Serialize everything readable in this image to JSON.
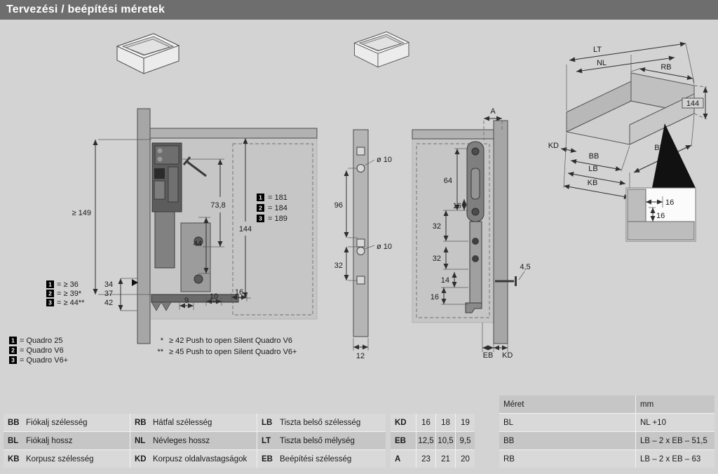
{
  "header": {
    "title": "Tervezési / beépítési méretek"
  },
  "side_view": {
    "dim_height_min": "≥ 149",
    "dim_depth": "73,8",
    "dim_system_height": "144",
    "dim_44": "44",
    "front_gap_values": [
      "34",
      "37",
      "42"
    ],
    "dim_9": "9",
    "dim_10": "10",
    "dim_16": "16",
    "variants_front": [
      {
        "num": "1",
        "value": "= ≥ 36"
      },
      {
        "num": "2",
        "value": "= ≥ 39*"
      },
      {
        "num": "3",
        "value": "= ≥ 44**"
      }
    ],
    "variants_height": [
      {
        "num": "1",
        "value": "= 181"
      },
      {
        "num": "2",
        "value": "= 184"
      },
      {
        "num": "3",
        "value": "= 189"
      }
    ]
  },
  "legend": {
    "items": [
      {
        "num": "1",
        "label": "= Quadro 25"
      },
      {
        "num": "2",
        "label": "= Quadro V6"
      },
      {
        "num": "3",
        "label": "= Quadro V6+"
      }
    ],
    "footnotes": [
      {
        "marker": "*",
        "text": "≥ 42 Push to open Silent Quadro V6"
      },
      {
        "marker": "**",
        "text": "≥ 45 Push to open Silent Quadro V6+"
      }
    ]
  },
  "drill_view": {
    "dia_top": "ø 10",
    "dia_bottom": "ø 10",
    "dim_96": "96",
    "dim_32": "32",
    "dim_12": "12"
  },
  "front_view": {
    "dim_a": "A",
    "dim_64": "64",
    "dim_16_upper": "16",
    "dim_32_upper": "32",
    "dim_32_lower": "32",
    "dim_14": "14",
    "dim_16_lower": "16",
    "dim_screw": "4,5",
    "label_eb": "EB",
    "label_kd": "KD"
  },
  "iso_view": {
    "lt": "LT",
    "nl": "NL",
    "rb": "RB",
    "height": "144",
    "kd": "KD",
    "bb": "BB",
    "bl": "BL",
    "lb": "LB",
    "kb": "KB",
    "detail_16_h": "16",
    "detail_16_v": "16"
  },
  "tables": {
    "abbreviations": {
      "rows": [
        [
          {
            "code": "BB",
            "desc": "Fiókalj szélesség"
          },
          {
            "code": "RB",
            "desc": "Hátfal szélesség"
          },
          {
            "code": "LB",
            "desc": "Tiszta belső szélesség"
          }
        ],
        [
          {
            "code": "BL",
            "desc": "Fiókalj hossz"
          },
          {
            "code": "NL",
            "desc": "Névleges hossz"
          },
          {
            "code": "LT",
            "desc": "Tiszta belső mélység"
          }
        ],
        [
          {
            "code": "KB",
            "desc": "Korpusz szélesség"
          },
          {
            "code": "KD",
            "desc": "Korpusz oldalvastagságok"
          },
          {
            "code": "EB",
            "desc": "Beépítési szélesség"
          }
        ]
      ]
    },
    "kd_eb_a": {
      "rows": [
        {
          "label": "KD",
          "values": [
            "16",
            "18",
            "19"
          ]
        },
        {
          "label": "EB",
          "values": [
            "12,5",
            "10,5",
            "9,5"
          ]
        },
        {
          "label": "A",
          "values": [
            "23",
            "21",
            "20"
          ]
        }
      ]
    },
    "formulas": {
      "header": {
        "col1": "Méret",
        "col2": "mm"
      },
      "rows": [
        {
          "name": "BL",
          "formula": "NL +10"
        },
        {
          "name": "BB",
          "formula": "LB – 2 x EB – 51,5"
        },
        {
          "name": "RB",
          "formula": "LB – 2 x EB – 63"
        }
      ]
    }
  }
}
